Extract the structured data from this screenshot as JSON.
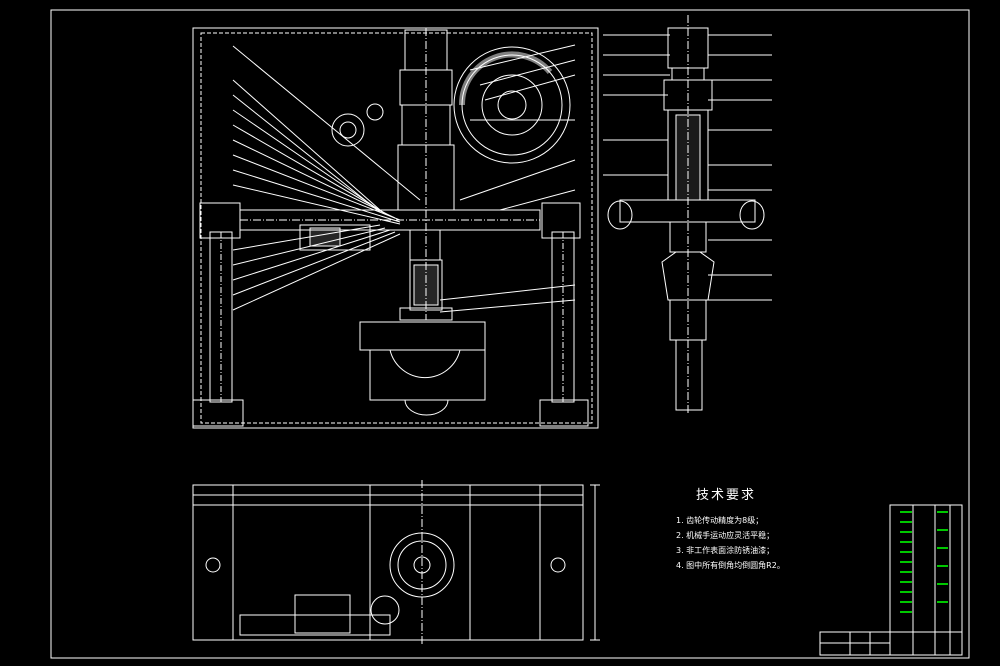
{
  "tech_requirements": {
    "title": "技术要求",
    "items": [
      "1. 齿轮传动精度为8级；",
      "2. 机械手运动应灵活平稳；",
      "3. 非工作表面涂防锈油漆；",
      "4. 图中所有倒角均倒圆角R2。"
    ]
  },
  "colors": {
    "background": "#000000",
    "line": "#ffffff",
    "title_block_accent": "#00c800"
  }
}
